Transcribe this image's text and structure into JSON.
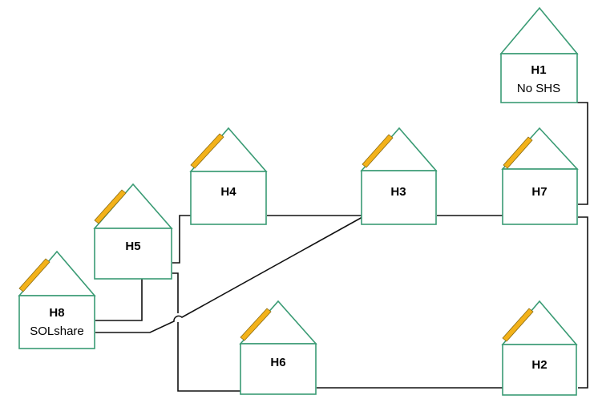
{
  "colors": {
    "house_outline": "#3a9b74",
    "solar_panel": "#f3b21a",
    "solar_panel_edge": "#8a6a10",
    "wire": "#111111"
  },
  "houses": [
    {
      "id": "H1",
      "name": "H1",
      "subtitle": "No SHS",
      "has_solar_panel": false
    },
    {
      "id": "H2",
      "name": "H2",
      "subtitle": "",
      "has_solar_panel": true
    },
    {
      "id": "H3",
      "name": "H3",
      "subtitle": "",
      "has_solar_panel": true
    },
    {
      "id": "H4",
      "name": "H4",
      "subtitle": "",
      "has_solar_panel": true
    },
    {
      "id": "H5",
      "name": "H5",
      "subtitle": "",
      "has_solar_panel": true
    },
    {
      "id": "H6",
      "name": "H6",
      "subtitle": "",
      "has_solar_panel": true
    },
    {
      "id": "H7",
      "name": "H7",
      "subtitle": "",
      "has_solar_panel": true
    },
    {
      "id": "H8",
      "name": "H8",
      "subtitle": "SOLshare",
      "has_solar_panel": true
    }
  ],
  "connections": [
    {
      "from": "H8",
      "to": "H5"
    },
    {
      "from": "H8",
      "to": "H3"
    },
    {
      "from": "H5",
      "to": "H4"
    },
    {
      "from": "H5",
      "to": "H6"
    },
    {
      "from": "H4",
      "to": "H3"
    },
    {
      "from": "H3",
      "to": "H7"
    },
    {
      "from": "H7",
      "to": "H1"
    },
    {
      "from": "H7",
      "to": "H2"
    },
    {
      "from": "H6",
      "to": "H2"
    }
  ]
}
